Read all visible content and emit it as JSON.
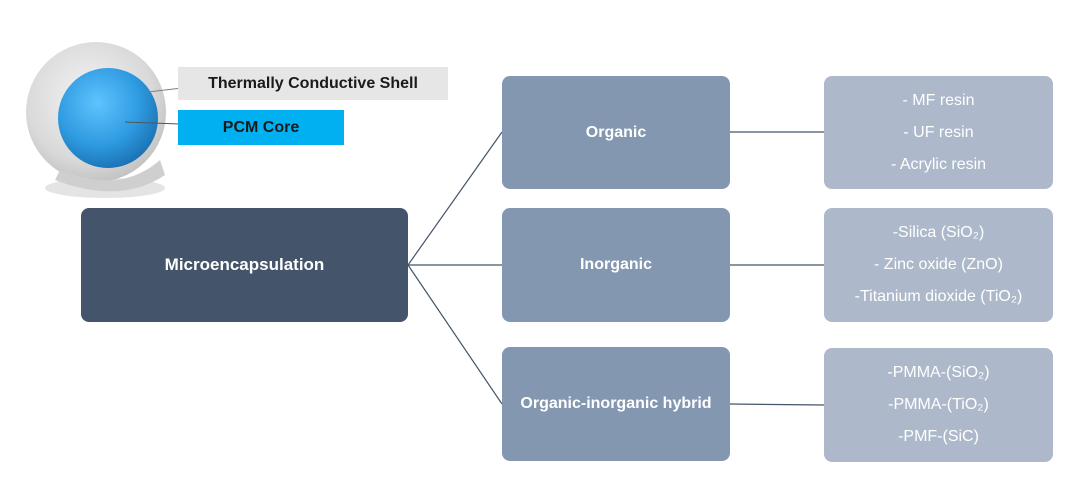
{
  "capsule": {
    "shell_label": "Thermally Conductive Shell",
    "core_label": "PCM Core",
    "colors": {
      "shell": "#dcdcdc",
      "core": "#2e9ae0",
      "core_label_bg": "#00b0f0",
      "shell_label_bg": "#e7e6e6"
    }
  },
  "root": {
    "label": "Microencapsulation",
    "color": "#44546a"
  },
  "categories": [
    {
      "label": "Organic"
    },
    {
      "label": "Inorganic"
    },
    {
      "label": "Organic-inorganic hybrid"
    }
  ],
  "examples": [
    {
      "items": [
        "- MF resin",
        "- UF resin",
        "- Acrylic resin"
      ]
    },
    {
      "items": [
        "-Silica (SiO₂)",
        "- Zinc oxide (ZnO)",
        "-Titanium dioxide (TiO₂)"
      ]
    },
    {
      "items": [
        "-PMMA-(SiO₂)",
        "-PMMA-(TiO₂)",
        "-PMF-(SiC)"
      ]
    }
  ],
  "colors": {
    "category": "#8497b0",
    "example": "#adb9ca",
    "connector": "#44546a"
  }
}
